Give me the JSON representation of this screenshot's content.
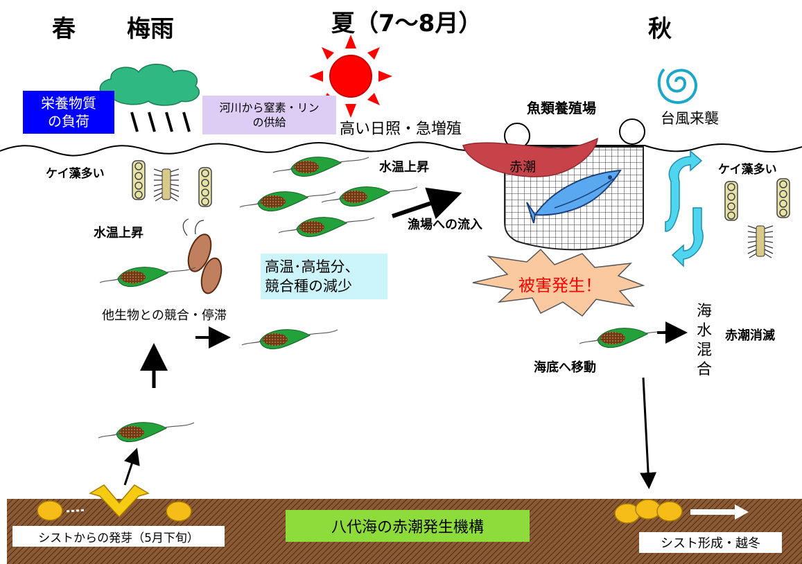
{
  "seasons": {
    "spring": "春",
    "rainy": "梅雨",
    "summer": "夏（7～8月）",
    "autumn": "秋"
  },
  "labels": {
    "nutrient_load": [
      "栄養物質",
      "の負荷"
    ],
    "river_supply": [
      "河川から窒素・リン",
      "の供給"
    ],
    "sunshine": "高い日照・急増殖",
    "fish_farm": "魚類養殖場",
    "typhoon": "台風来襲",
    "diatoms_left": "ケイ藻多い",
    "diatoms_right": "ケイ藻多い",
    "water_temp_left": "水温上昇",
    "water_temp_mid": "水温上昇",
    "red_tide": "赤潮",
    "flow_into_fishery": "漁場への流入",
    "high_temp_salinity": [
      "高温･高塩分、",
      "競合種の減少"
    ],
    "damage": "被害発生！",
    "competition": "他生物との競合・停滞",
    "seawater_mixing": [
      "海",
      "水",
      "混",
      "合"
    ],
    "red_tide_vanish": "赤潮消滅",
    "move_to_seabed": "海底へ移動",
    "cyst_germination": "シストからの発芽（5月下旬）",
    "diagram_title": "八代海の赤潮発生機構",
    "cyst_formation": "シスト形成・越冬"
  },
  "colors": {
    "nutrient_box": "#0000ff",
    "river_box": "#ddccf4",
    "temp_box": "#ccf4fb",
    "title_box": "#8edc3c",
    "red_tide": "#c8424a",
    "sun": "#ff0000",
    "cloud": "#2fb981",
    "seabed": "#8b5a34",
    "flagellate": "#23a13a",
    "typhoon": "#1aa7c8"
  }
}
